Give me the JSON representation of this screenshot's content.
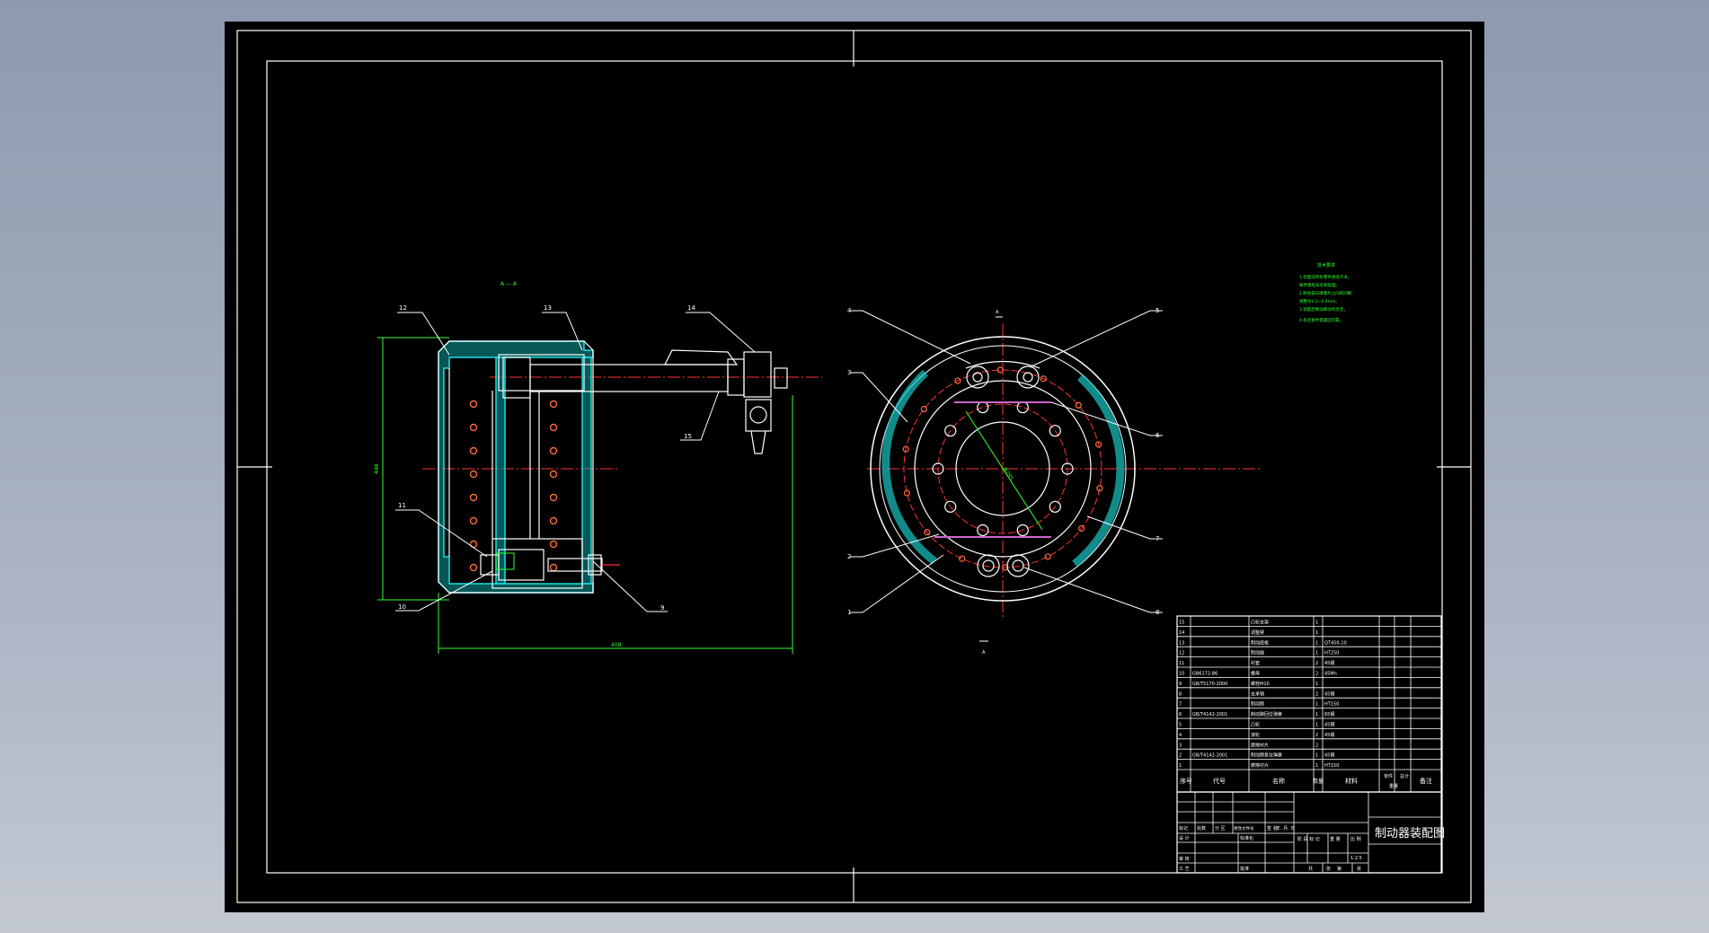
{
  "drawing": {
    "title": "制动器装配图",
    "section_label": "A — A",
    "section_mark": "A",
    "dim_height": "448",
    "dim_width": "408",
    "dim_bolt_circle": "Φ285",
    "side_bubbles": [
      "12",
      "13",
      "14",
      "15",
      "11",
      "10",
      "9"
    ],
    "front_bubbles": [
      "4",
      "3",
      "2",
      "1",
      "5",
      "6",
      "7",
      "8"
    ],
    "scale": "1:2.5"
  },
  "tech_requirements": {
    "title": "技术要求",
    "lines": [
      "1.装配前所有零件清洗干净，",
      "  铸件需经去毛刺处理。",
      "2.制动鼓与摩擦片之间的间隙",
      "  调整为0.2~0.4mm。",
      "3.装配后制动蹄动作灵活，",
      "4.各连接件需紧固可靠。"
    ]
  },
  "parts_list": {
    "rows": [
      {
        "no": "15",
        "code": "",
        "name": "凸轮支架",
        "qty": "1",
        "material": "",
        "note": ""
      },
      {
        "no": "14",
        "code": "",
        "name": "调整臂",
        "qty": "1",
        "material": "",
        "note": ""
      },
      {
        "no": "13",
        "code": "",
        "name": "制动底板",
        "qty": "1",
        "material": "QT450-10",
        "note": ""
      },
      {
        "no": "12",
        "code": "",
        "name": "制动鼓",
        "qty": "1",
        "material": "HT250",
        "note": ""
      },
      {
        "no": "11",
        "code": "",
        "name": "衬套",
        "qty": "2",
        "material": "45钢",
        "note": ""
      },
      {
        "no": "10",
        "code": "GB6172-86",
        "name": "螺母",
        "qty": "2",
        "material": "45Mn",
        "note": ""
      },
      {
        "no": "9",
        "code": "GB/T5170-2000",
        "name": "螺栓M10",
        "qty": "1",
        "material": "",
        "note": ""
      },
      {
        "no": "8",
        "code": "",
        "name": "支承销",
        "qty": "2",
        "material": "45钢",
        "note": ""
      },
      {
        "no": "7",
        "code": "",
        "name": "制动蹄",
        "qty": "1",
        "material": "HT150",
        "note": ""
      },
      {
        "no": "6",
        "code": "GB/T4142-2001",
        "name": "制动蹄回位弹簧",
        "qty": "1",
        "material": "65钢",
        "note": ""
      },
      {
        "no": "5",
        "code": "",
        "name": "凸轮",
        "qty": "1",
        "material": "45钢",
        "note": ""
      },
      {
        "no": "4",
        "code": "",
        "name": "滚轮",
        "qty": "2",
        "material": "45钢",
        "note": ""
      },
      {
        "no": "3",
        "code": "",
        "name": "摩擦衬片",
        "qty": "2",
        "material": "",
        "note": ""
      },
      {
        "no": "2",
        "code": "GB/T4142-2001",
        "name": "制动蹄复位弹簧",
        "qty": "1",
        "material": "45钢",
        "note": ""
      },
      {
        "no": "1",
        "code": "",
        "name": "摩擦衬片",
        "qty": "1",
        "material": "HT150",
        "note": ""
      }
    ],
    "header": {
      "no": "序号",
      "code": "代号",
      "name": "名称",
      "qty": "数量",
      "material": "材料",
      "single": "单件",
      "total": "总计",
      "weight": "重量",
      "note": "备注"
    }
  },
  "title_block": {
    "row1": [
      "标记",
      "处数",
      "分 区",
      "更改文件号",
      "签 名",
      "年. 月. 日"
    ],
    "design": "设 计",
    "standard": "标准化",
    "review": "审 核",
    "process": "工 艺",
    "approve": "批准",
    "stage": [
      "阶 段 标 记",
      "重 量",
      "比 例"
    ],
    "sheet": [
      "共",
      "张",
      "第",
      "张"
    ]
  },
  "colors": {
    "bg": "#000000",
    "line": "#ffffff",
    "center": "#ff3333",
    "section": "#19c6c6",
    "dim": "#33ff33",
    "holes": "#ff6a3d",
    "spring": "#cc66cc"
  }
}
